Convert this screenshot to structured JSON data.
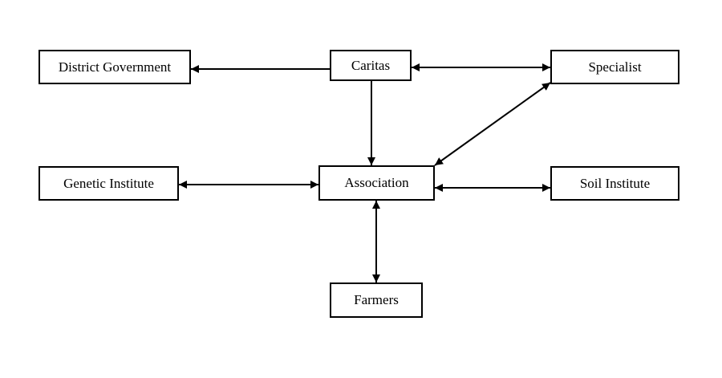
{
  "nodes": {
    "district_government": "District Government",
    "caritas": "Caritas",
    "specialist": "Specialist",
    "genetic_institute": "Genetic Institute",
    "association": "Association",
    "soil_institute": "Soil Institute",
    "farmers": "Farmers"
  },
  "edges": [
    {
      "from": "caritas",
      "to": "district_government",
      "direction": "forward"
    },
    {
      "from": "caritas",
      "to": "specialist",
      "direction": "both"
    },
    {
      "from": "caritas",
      "to": "association",
      "direction": "forward"
    },
    {
      "from": "specialist",
      "to": "association",
      "direction": "both"
    },
    {
      "from": "genetic_institute",
      "to": "association",
      "direction": "both"
    },
    {
      "from": "association",
      "to": "soil_institute",
      "direction": "both"
    },
    {
      "from": "association",
      "to": "farmers",
      "direction": "both"
    }
  ],
  "colors": {
    "stroke": "#000000",
    "background": "#ffffff"
  }
}
